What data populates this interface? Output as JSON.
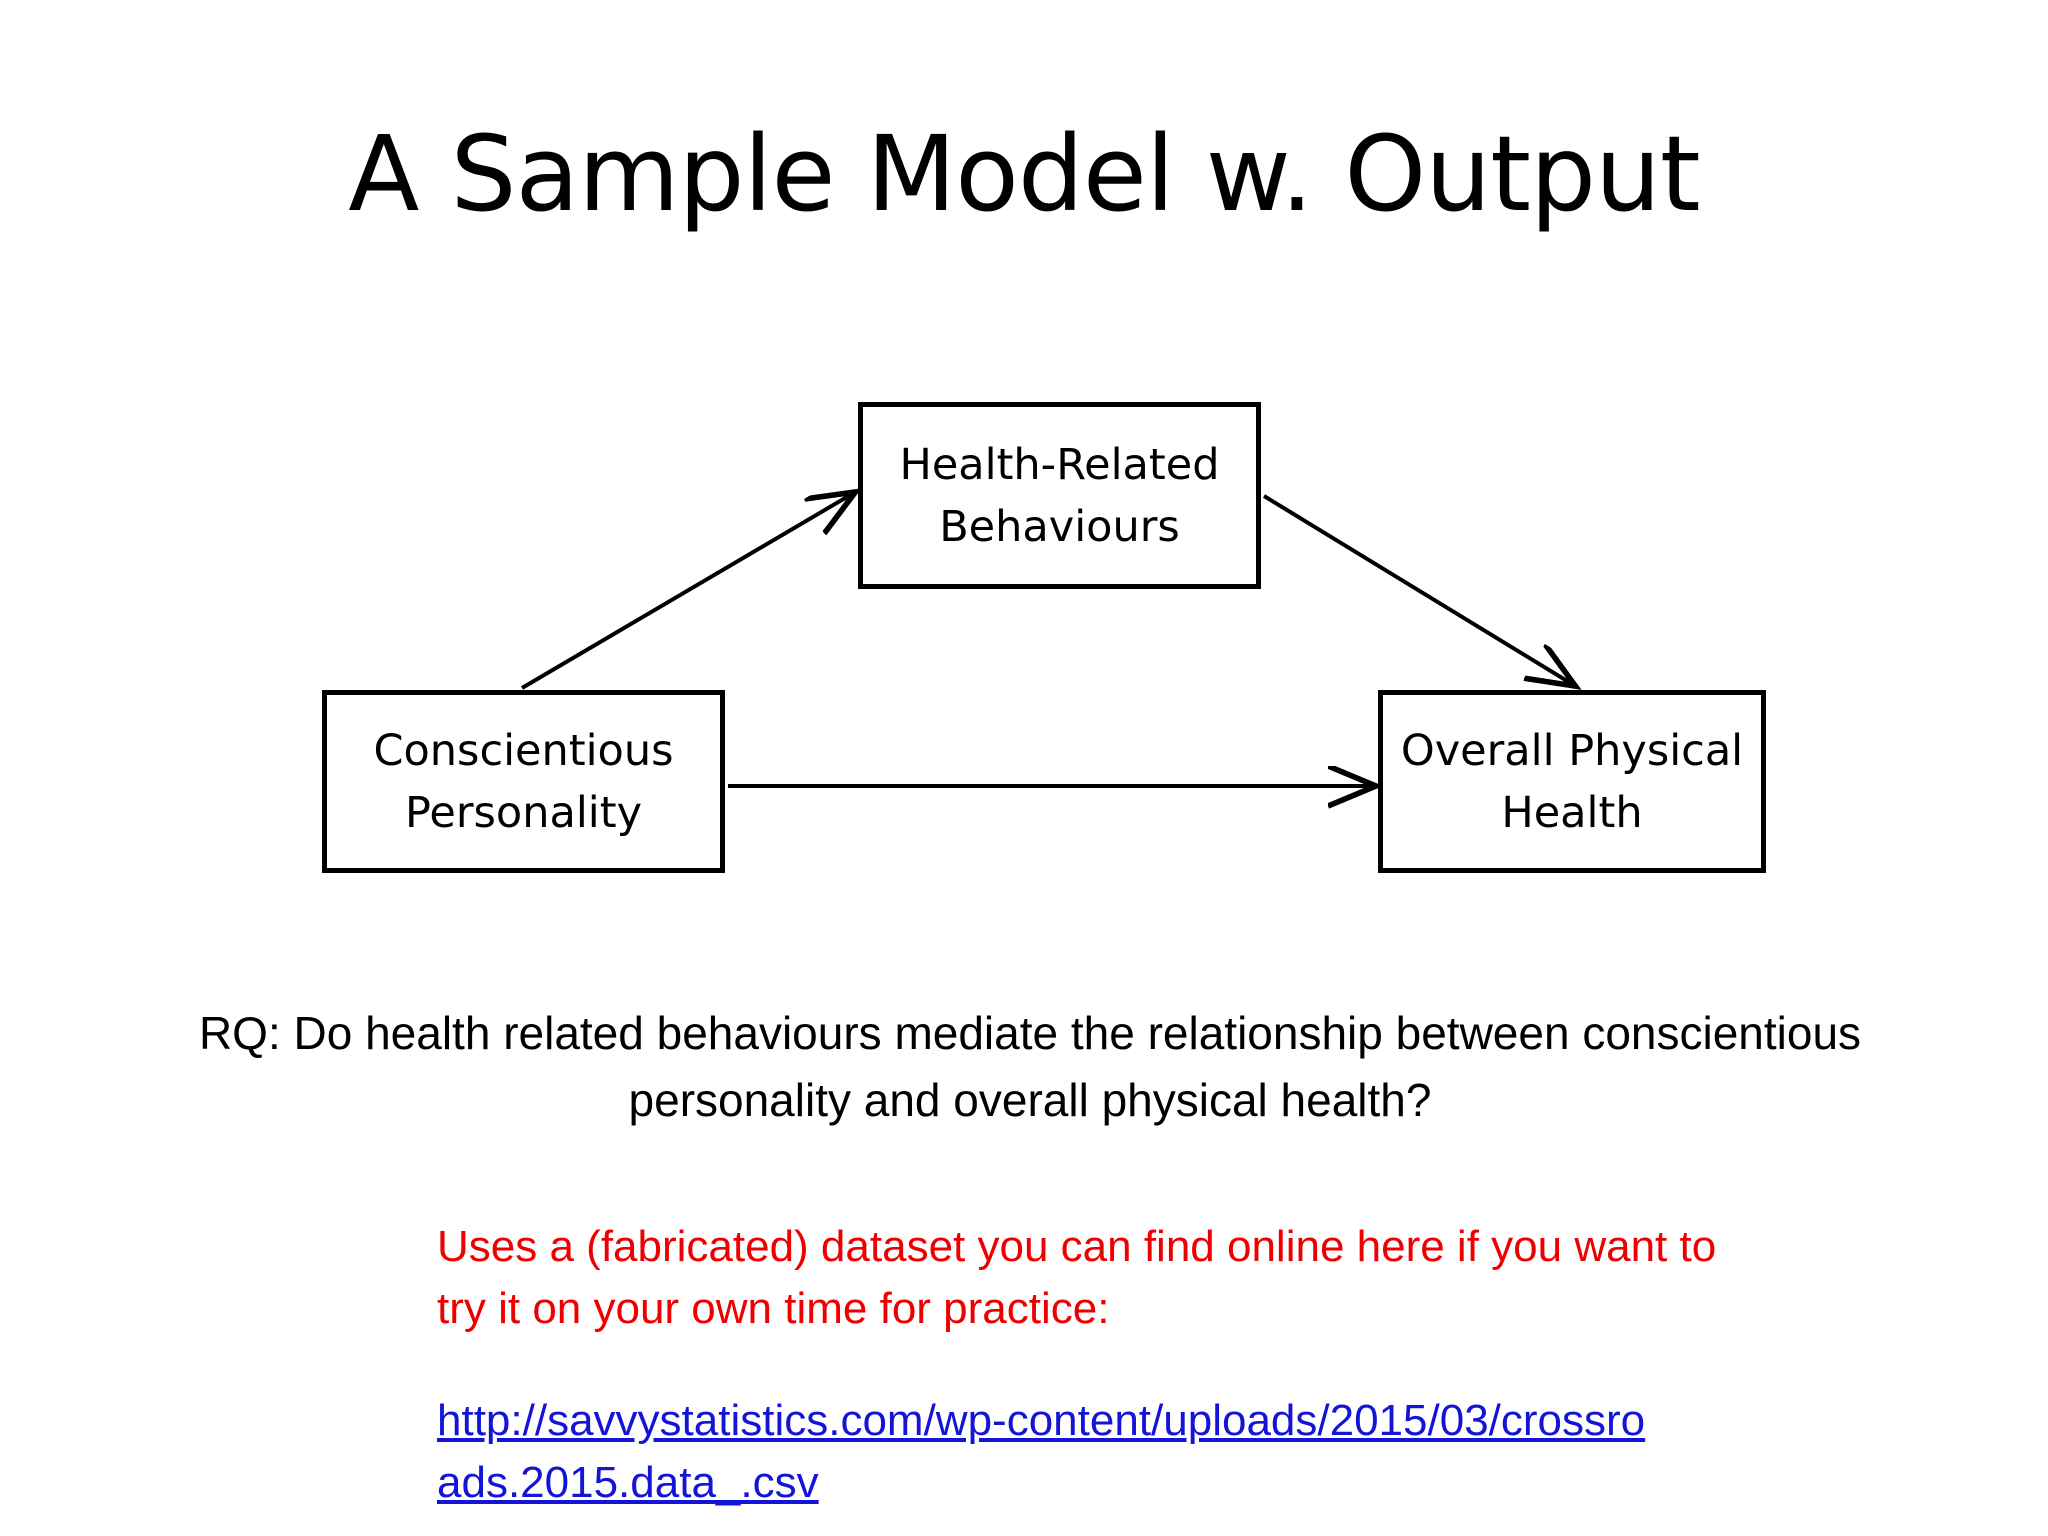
{
  "slide": {
    "title": "A Sample Model w. Output",
    "background_color": "#ffffff"
  },
  "diagram": {
    "type": "mediation-model",
    "stroke_color": "#000000",
    "nodes": [
      {
        "id": "behaviours",
        "label": "Health-Related\nBehaviours"
      },
      {
        "id": "personality",
        "label": "Conscientious\nPersonality"
      },
      {
        "id": "health",
        "label": "Overall Physical\nHealth"
      }
    ],
    "edges": [
      {
        "from": "personality",
        "to": "behaviours",
        "style": "arrow"
      },
      {
        "from": "behaviours",
        "to": "health",
        "style": "arrow"
      },
      {
        "from": "personality",
        "to": "health",
        "style": "arrow"
      }
    ]
  },
  "research_question": {
    "text": "RQ: Do health related behaviours mediate the relationship between conscientious personality and overall physical health?"
  },
  "note": {
    "text": "Uses a (fabricated) dataset you can find online here if you want to try it on your own time for practice:",
    "color": "#ee0000"
  },
  "link": {
    "text": "http://savvystatistics.com/wp-content/uploads/2015/03/crossroads.2015.data_.csv",
    "color": "#1414d8"
  }
}
